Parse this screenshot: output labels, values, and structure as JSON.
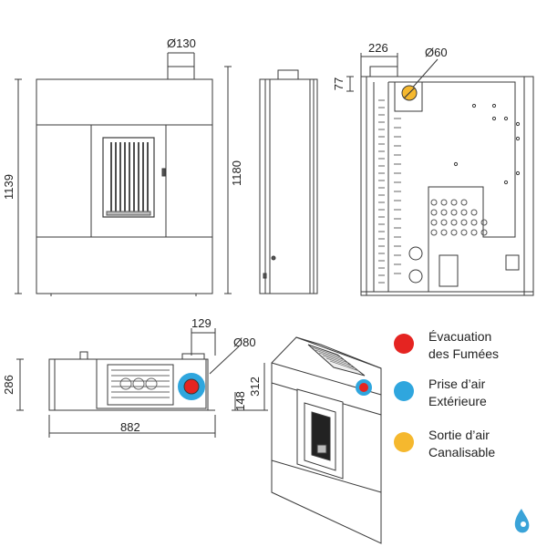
{
  "dimensions": {
    "front_flue_diameter": "Ø130",
    "front_height_left": "1139",
    "front_height_right": "1180",
    "side_rear_width": "226",
    "side_rear_flue_diameter": "Ø60",
    "side_rear_top_offset": "77",
    "top_offset": "129",
    "top_inlet_diameter": "Ø80",
    "top_depth": "286",
    "top_inlet_height_a": "148",
    "top_inlet_height_b": "312",
    "top_width": "882"
  },
  "legend": {
    "items": [
      {
        "line1": "Évacuation",
        "line2": "des Fumées",
        "color": "#e52421",
        "icon": "red-dot-icon"
      },
      {
        "line1": "Prise d’air",
        "line2": "Extérieure",
        "color": "#2fa6de",
        "icon": "blue-dot-icon"
      },
      {
        "line1": "Sortie d’air",
        "line2": "Canalisable",
        "color": "#f5b82e",
        "icon": "yellow-dot-icon"
      }
    ]
  },
  "colors": {
    "line": "#3a3a3a",
    "red": "#e52421",
    "blue": "#2fa6de",
    "yellow": "#f5b82e",
    "logo": "#3aa3d8"
  }
}
